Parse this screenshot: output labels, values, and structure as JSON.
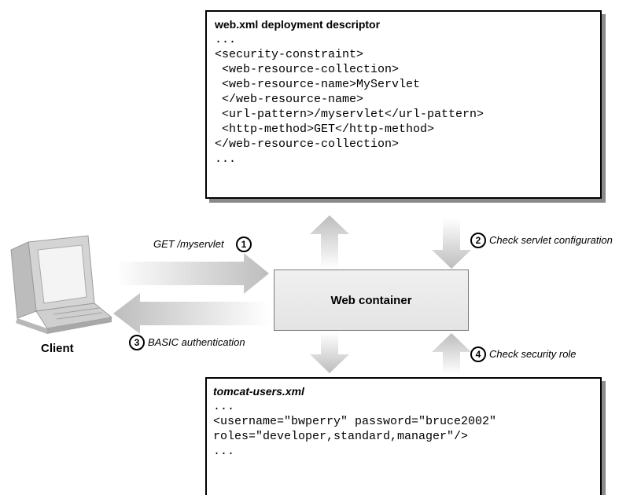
{
  "webxml": {
    "title": "web.xml deployment descriptor",
    "lines": [
      "...",
      "<security-constraint>",
      " <web-resource-collection>",
      " <web-resource-name>MyServlet",
      " </web-resource-name>",
      " <url-pattern>/myservlet</url-pattern>",
      " <http-method>GET</http-method>",
      "</web-resource-collection>",
      "..."
    ]
  },
  "container": {
    "label": "Web container"
  },
  "tomcat": {
    "title": "tomcat-users.xml",
    "lines": [
      "...",
      "<username=\"bwperry\" password=\"bruce2002\"",
      "roles=\"developer,standard,manager\"/>",
      "..."
    ]
  },
  "client": {
    "label": "Client"
  },
  "steps": {
    "s1": {
      "num": "1",
      "text": "GET /myservlet"
    },
    "s2": {
      "num": "2",
      "text": "Check servlet configuration"
    },
    "s3": {
      "num": "3",
      "text": "BASIC authentication"
    },
    "s4": {
      "num": "4",
      "text": "Check security role"
    }
  },
  "colors": {
    "arrow": "#c8c8c8",
    "shadow": "#8a8a8a",
    "container": "#e8e8e8"
  }
}
